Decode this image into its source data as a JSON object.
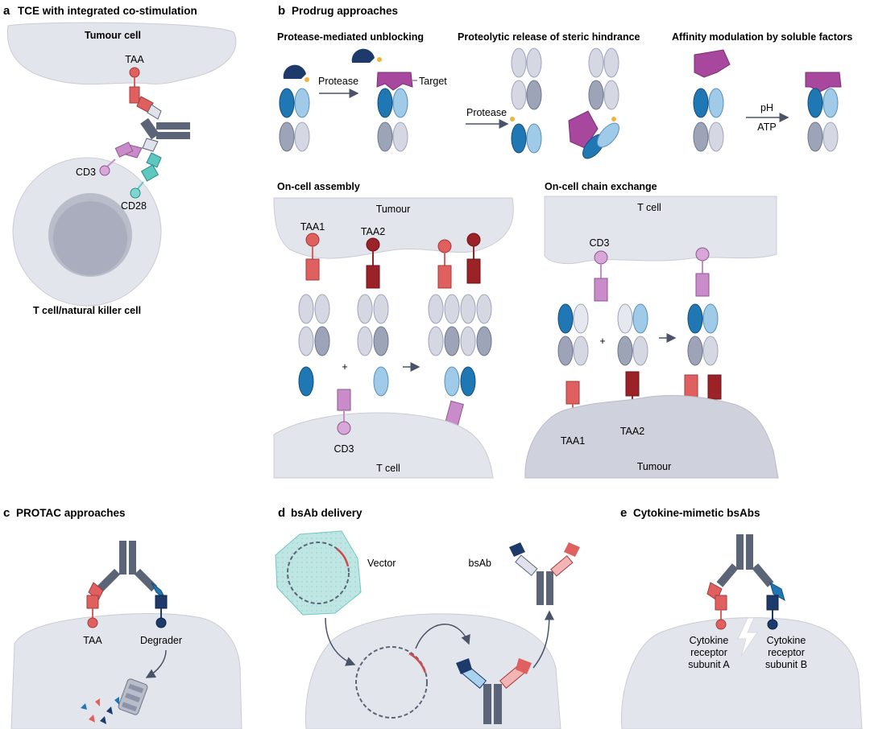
{
  "panels": {
    "a": {
      "letter": "a",
      "title": "TCE with integrated co-stimulation",
      "tumour_cell": "Tumour cell",
      "taa": "TAA",
      "cd3": "CD3",
      "cd28": "CD28",
      "tcell": "T cell/natural killer cell"
    },
    "b": {
      "letter": "b",
      "title": "Prodrug approaches",
      "protease_unblocking": {
        "title": "Protease-mediated unblocking",
        "protease": "Protease",
        "target": "Target"
      },
      "steric": {
        "title": "Proteolytic release of steric hindrance",
        "protease": "Protease"
      },
      "affinity": {
        "title": "Affinity modulation by soluble factors",
        "ph": "pH",
        "atp": "ATP"
      },
      "oncell_assembly": {
        "title": "On-cell assembly",
        "tumour": "Tumour",
        "taa1": "TAA1",
        "taa2": "TAA2",
        "plus": "+",
        "cd3": "CD3",
        "tcell": "T cell"
      },
      "oncell_exchange": {
        "title": "On-cell chain exchange",
        "tcell": "T cell",
        "cd3": "CD3",
        "plus": "+",
        "taa1": "TAA1",
        "taa2": "TAA2",
        "tumour": "Tumour"
      }
    },
    "c": {
      "letter": "c",
      "title": "PROTAC approaches",
      "taa": "TAA",
      "degrader": "Degrader"
    },
    "d": {
      "letter": "d",
      "title": "bsAb delivery",
      "vector": "Vector",
      "bsab": "bsAb"
    },
    "e": {
      "letter": "e",
      "title": "Cytokine-mimetic bsAbs",
      "receptor_a": [
        "Cytokine",
        "receptor",
        "subunit A"
      ],
      "receptor_b": [
        "Cytokine",
        "receptor",
        "subunit B"
      ]
    }
  },
  "colors": {
    "cell": "#e3e5ec",
    "cell_edge": "#c9ccd6",
    "blue": "#1f78b4",
    "light_blue": "#9fcbe8",
    "grey": "#c4c8d6",
    "dark_grey": "#5c6478",
    "red": "#e06060",
    "dark_red": "#9b2226",
    "purple": "#c98bc9",
    "teal": "#5cc8c0",
    "navy": "#1d3a6b"
  }
}
